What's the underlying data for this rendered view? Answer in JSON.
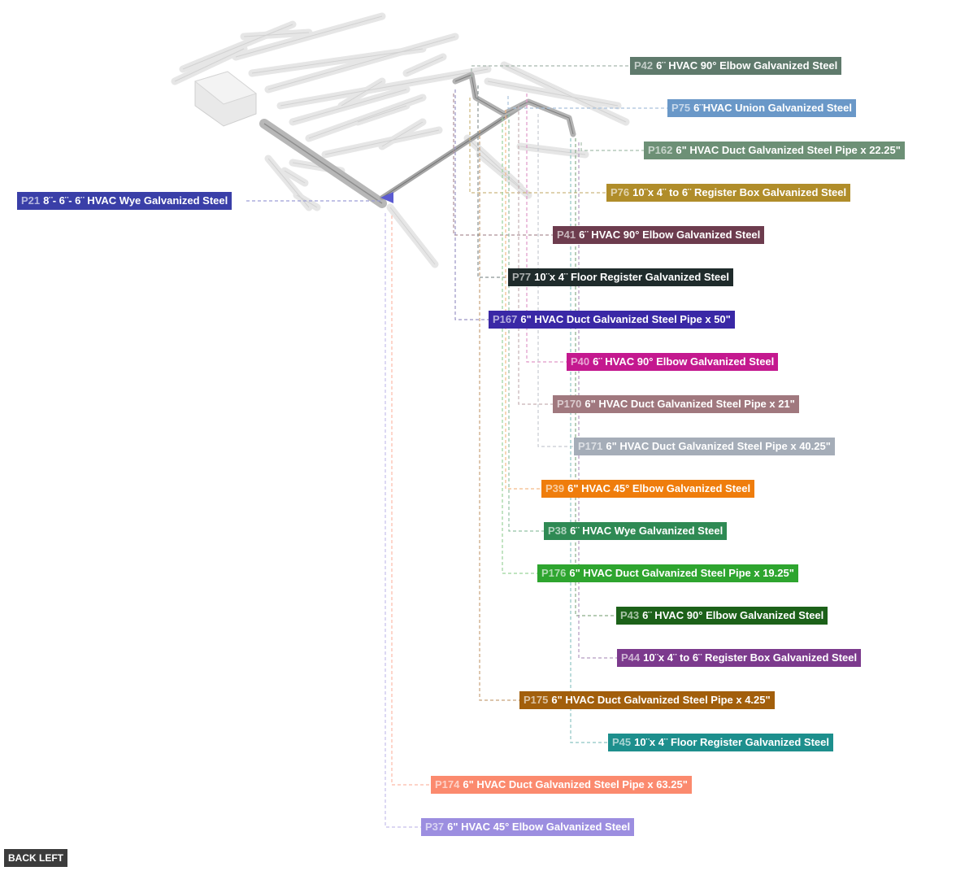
{
  "view_button": {
    "label": "BACK LEFT"
  },
  "callouts": [
    {
      "id": "P42",
      "desc": "6¨ HVAC 90° Elbow Galvanized Steel",
      "color": "#5f7a6c"
    },
    {
      "id": "P75",
      "desc": "6¨HVAC Union Galvanized Steel",
      "color": "#6a98c8"
    },
    {
      "id": "P162",
      "desc": "6\" HVAC Duct Galvanized Steel Pipe x 22.25\"",
      "color": "#6d9076"
    },
    {
      "id": "P76",
      "desc": "10¨x 4¨ to 6¨ Register Box Galvanized Steel",
      "color": "#b08d2a"
    },
    {
      "id": "P41",
      "desc": "6¨ HVAC 90° Elbow Galvanized Steel",
      "color": "#6d3c4e"
    },
    {
      "id": "P77",
      "desc": "10¨x 4¨ Floor Register Galvanized Steel",
      "color": "#1f2b2b"
    },
    {
      "id": "P167",
      "desc": "6\" HVAC Duct Galvanized Steel Pipe x 50\"",
      "color": "#3a28a6"
    },
    {
      "id": "P40",
      "desc": "6¨ HVAC 90° Elbow Galvanized Steel",
      "color": "#c4198f"
    },
    {
      "id": "P170",
      "desc": "6\" HVAC Duct Galvanized Steel Pipe x 21\"",
      "color": "#a0787e"
    },
    {
      "id": "P171",
      "desc": "6\" HVAC Duct Galvanized Steel Pipe x 40.25\"",
      "color": "#a5adb8"
    },
    {
      "id": "P39",
      "desc": "6\" HVAC 45° Elbow Galvanized Steel",
      "color": "#ef7d0c"
    },
    {
      "id": "P38",
      "desc": "6¨ HVAC Wye Galvanized Steel",
      "color": "#2f8a54"
    },
    {
      "id": "P176",
      "desc": "6\" HVAC Duct Galvanized Steel Pipe x 19.25\"",
      "color": "#2ea52f"
    },
    {
      "id": "P43",
      "desc": "6¨ HVAC 90° Elbow Galvanized Steel",
      "color": "#1c6119"
    },
    {
      "id": "P44",
      "desc": "10¨x 4¨ to 6¨ Register Box Galvanized Steel",
      "color": "#7c3a8d"
    },
    {
      "id": "P175",
      "desc": "6\" HVAC Duct Galvanized Steel Pipe x 4.25\"",
      "color": "#a25f0c"
    },
    {
      "id": "P45",
      "desc": "10¨x 4¨ Floor Register Galvanized Steel",
      "color": "#1d8f8d"
    },
    {
      "id": "P174",
      "desc": "6\" HVAC Duct Galvanized Steel Pipe x 63.25\"",
      "color": "#fb8a6e"
    },
    {
      "id": "P37",
      "desc": "6\" HVAC 45° Elbow Galvanized Steel",
      "color": "#9c8ee0"
    },
    {
      "id": "P21",
      "desc": "8¨- 6¨- 6¨ HVAC Wye Galvanized Steel",
      "color": "#3a3fa8"
    }
  ]
}
